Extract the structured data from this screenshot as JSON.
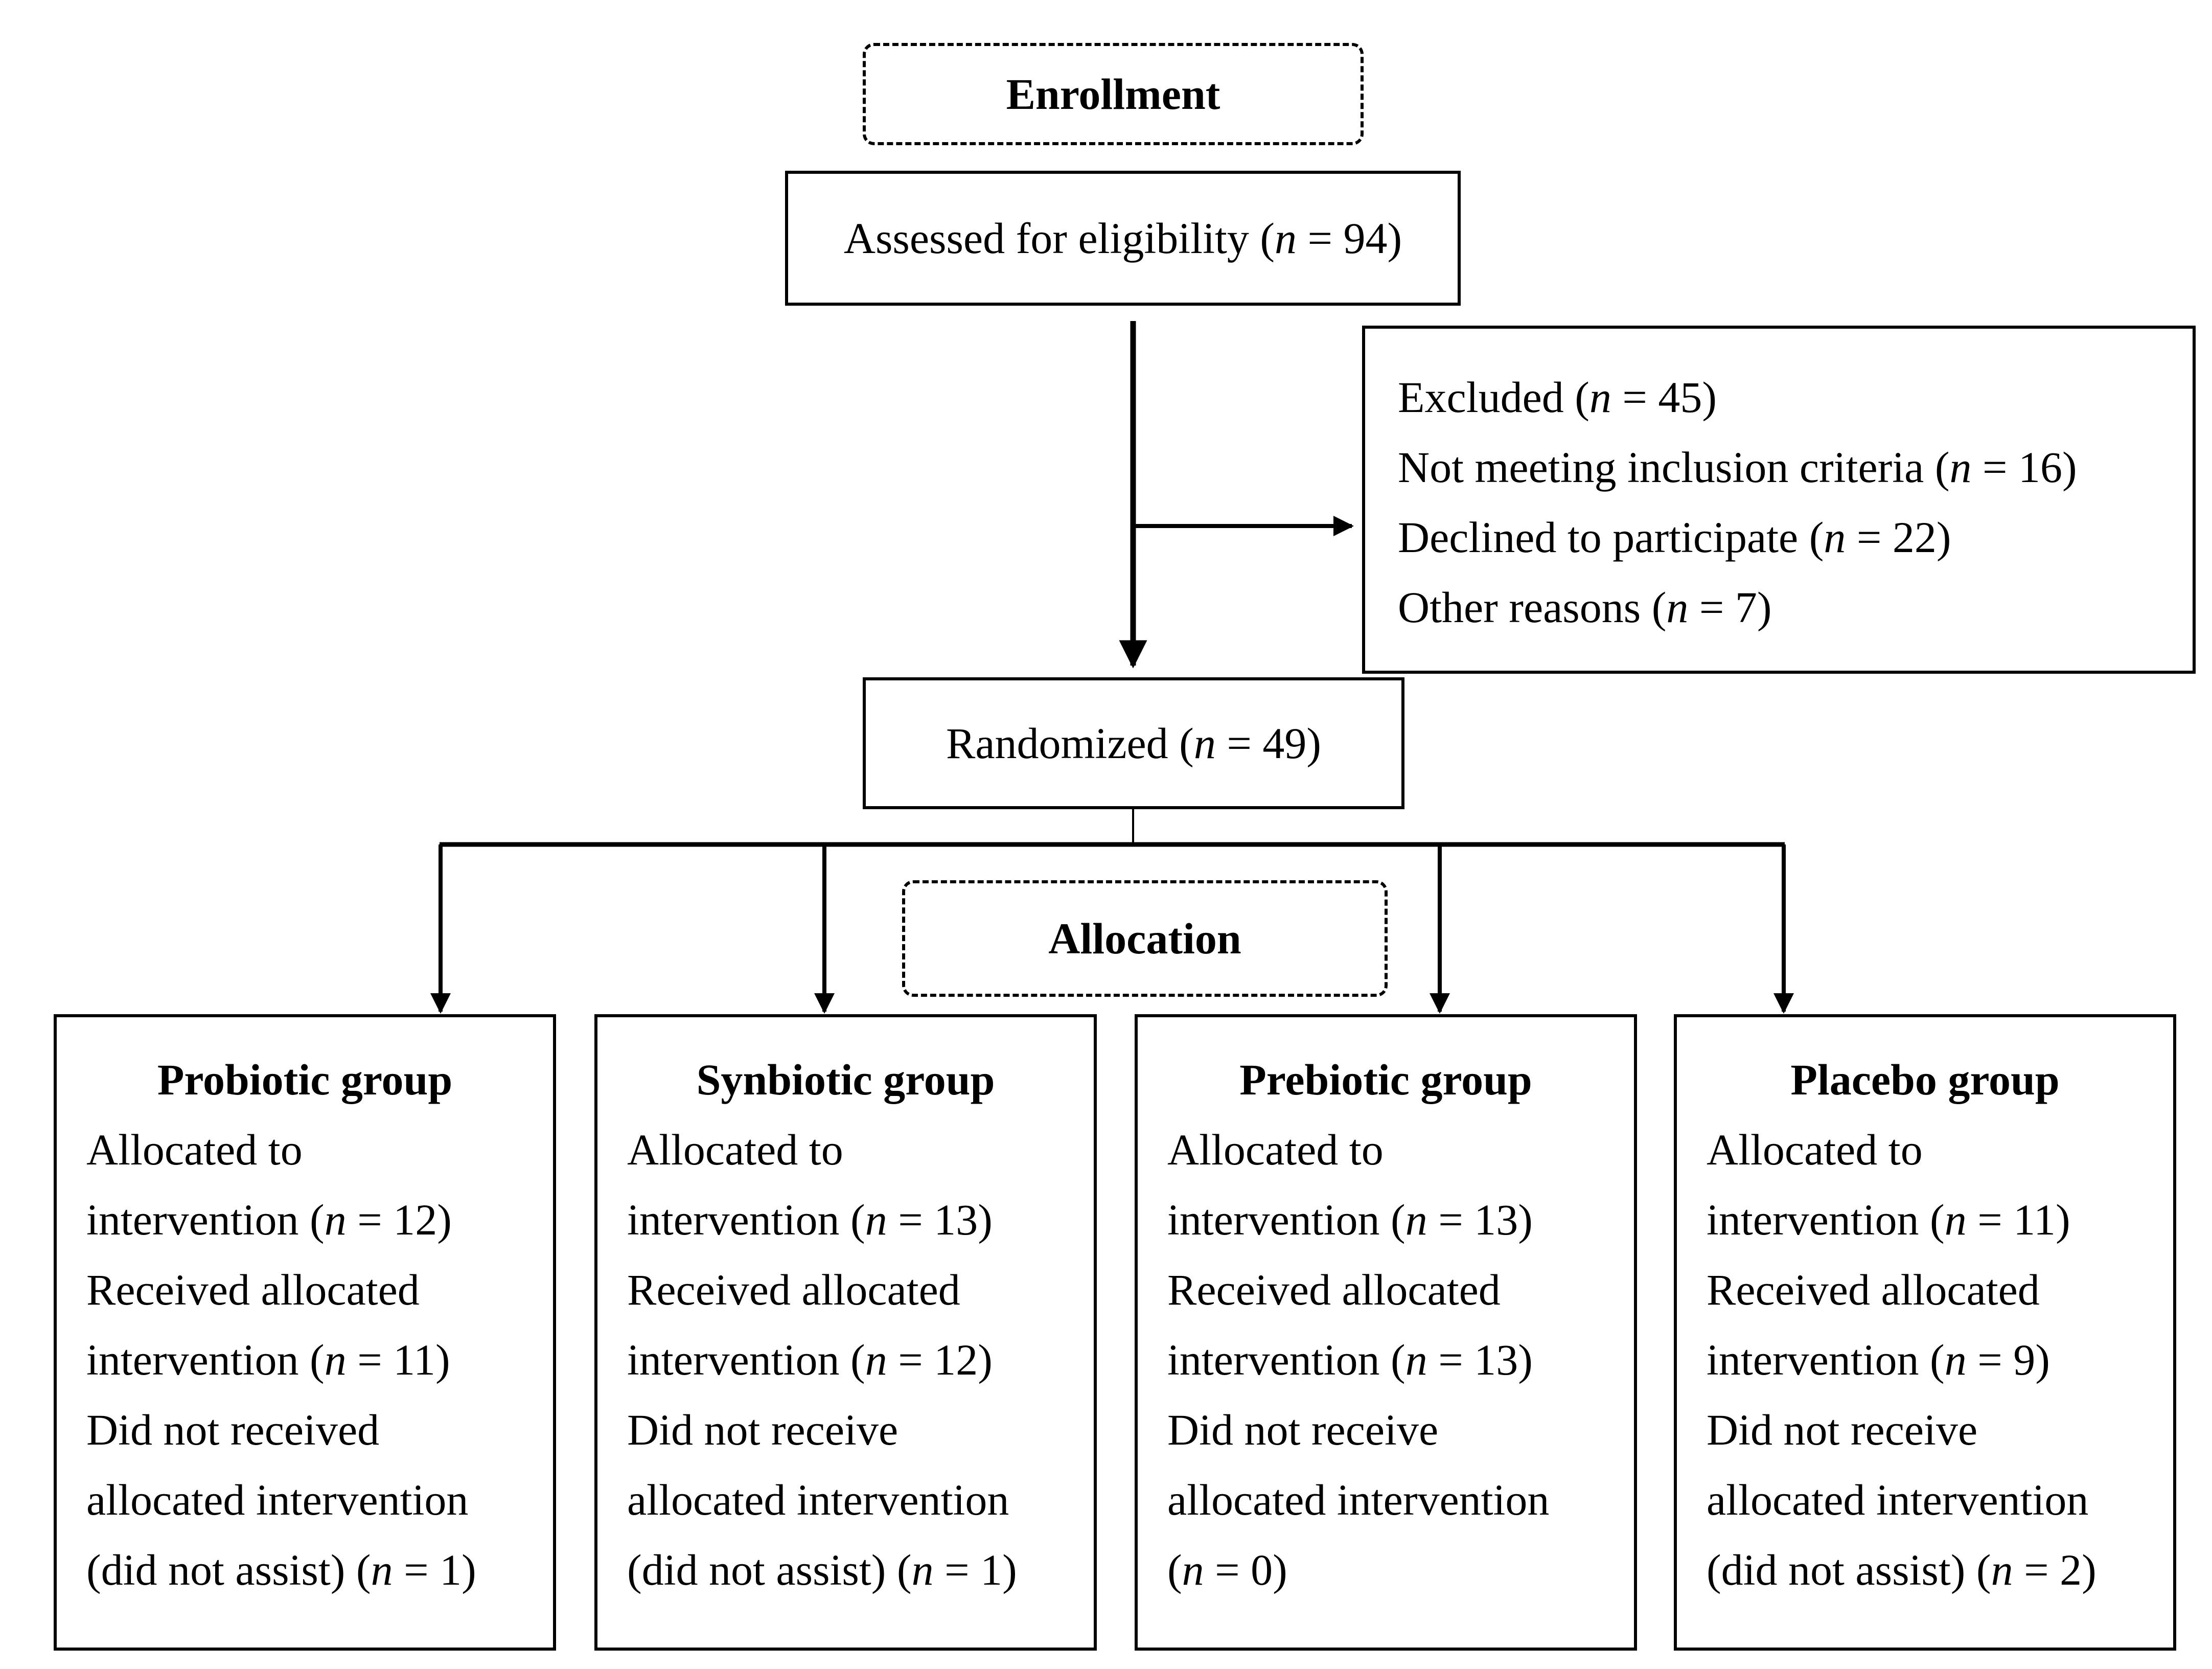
{
  "enrollment": {
    "label": "Enrollment"
  },
  "assessed": {
    "text": "Assessed for eligibility (n = 94)"
  },
  "excluded": {
    "lines": [
      "Excluded (n = 45)",
      "Not meeting inclusion criteria (n = 16)",
      "Declined to participate (n = 22)",
      "Other reasons (n = 7)"
    ]
  },
  "randomized": {
    "text": "Randomized (n = 49)"
  },
  "allocation": {
    "label": "Allocation"
  },
  "groups": [
    {
      "title": "Probiotic group",
      "lines": [
        "Allocated to",
        "intervention (n = 12)",
        "Received allocated",
        "intervention (n = 11)",
        "Did not received",
        "allocated intervention",
        "(did not assist) (n = 1)"
      ]
    },
    {
      "title": "Synbiotic group",
      "lines": [
        "Allocated to",
        "intervention (n = 13)",
        "Received allocated",
        "intervention (n = 12)",
        "Did not receive",
        "allocated intervention",
        "(did not assist) (n = 1)"
      ]
    },
    {
      "title": "Prebiotic group",
      "lines": [
        "Allocated to",
        "intervention (n = 13)",
        "Received allocated",
        "intervention (n = 13)",
        "Did not receive",
        "allocated intervention",
        "(n = 0)"
      ]
    },
    {
      "title": "Placebo group",
      "lines": [
        "Allocated to",
        "intervention (n = 11)",
        "Received allocated",
        "intervention (n = 9)",
        "Did not receive",
        "allocated intervention",
        "(did not assist) (n = 2)"
      ]
    }
  ]
}
